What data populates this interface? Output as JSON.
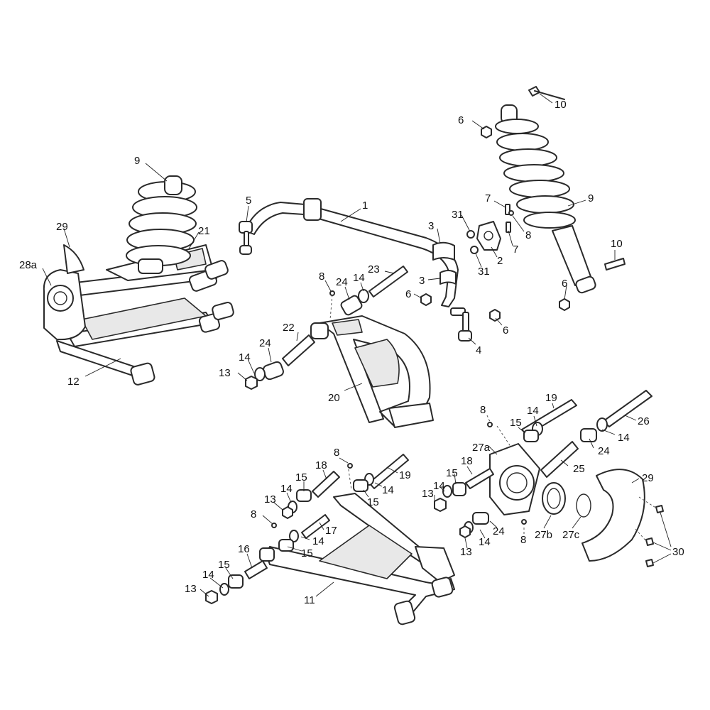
{
  "diagram": {
    "callouts": [
      {
        "id": "c10a",
        "label": "10"
      },
      {
        "id": "c6a",
        "label": "6"
      },
      {
        "id": "c9a",
        "label": "9"
      },
      {
        "id": "c5",
        "label": "5"
      },
      {
        "id": "c1",
        "label": "1"
      },
      {
        "id": "c7a",
        "label": "7"
      },
      {
        "id": "c9b",
        "label": "9"
      },
      {
        "id": "c29a",
        "label": "29"
      },
      {
        "id": "c21",
        "label": "21"
      },
      {
        "id": "c3a",
        "label": "3"
      },
      {
        "id": "c31a",
        "label": "31"
      },
      {
        "id": "c8a",
        "label": "8"
      },
      {
        "id": "c7b",
        "label": "7"
      },
      {
        "id": "c28a",
        "label": "28a"
      },
      {
        "id": "c2",
        "label": "2"
      },
      {
        "id": "c31b",
        "label": "31"
      },
      {
        "id": "c10b",
        "label": "10"
      },
      {
        "id": "c23",
        "label": "23"
      },
      {
        "id": "c8b",
        "label": "8"
      },
      {
        "id": "c24a",
        "label": "24"
      },
      {
        "id": "c14a",
        "label": "14"
      },
      {
        "id": "c3b",
        "label": "3"
      },
      {
        "id": "c6b",
        "label": "6"
      },
      {
        "id": "c6c",
        "label": "6"
      },
      {
        "id": "c6d",
        "label": "6"
      },
      {
        "id": "c22",
        "label": "22"
      },
      {
        "id": "c4",
        "label": "4"
      },
      {
        "id": "c24b",
        "label": "24"
      },
      {
        "id": "c14b",
        "label": "14"
      },
      {
        "id": "c12",
        "label": "12"
      },
      {
        "id": "c13a",
        "label": "13"
      },
      {
        "id": "c20",
        "label": "20"
      },
      {
        "id": "c19a",
        "label": "19"
      },
      {
        "id": "c8c",
        "label": "8"
      },
      {
        "id": "c14c",
        "label": "14"
      },
      {
        "id": "c26",
        "label": "26"
      },
      {
        "id": "c15a",
        "label": "15"
      },
      {
        "id": "c14d",
        "label": "14"
      },
      {
        "id": "c27a",
        "label": "27a"
      },
      {
        "id": "c24c",
        "label": "24"
      },
      {
        "id": "c8d",
        "label": "8"
      },
      {
        "id": "c18a",
        "label": "18"
      },
      {
        "id": "c25",
        "label": "25"
      },
      {
        "id": "c29b",
        "label": "29"
      },
      {
        "id": "c19b",
        "label": "19"
      },
      {
        "id": "c18b",
        "label": "18"
      },
      {
        "id": "c15b",
        "label": "15"
      },
      {
        "id": "c14e",
        "label": "14"
      },
      {
        "id": "c15c",
        "label": "15"
      },
      {
        "id": "c14f",
        "label": "14"
      },
      {
        "id": "c14g",
        "label": "14"
      },
      {
        "id": "c13b",
        "label": "13"
      },
      {
        "id": "c13c",
        "label": "13"
      },
      {
        "id": "c15d",
        "label": "15"
      },
      {
        "id": "c8e",
        "label": "8"
      },
      {
        "id": "c17",
        "label": "17"
      },
      {
        "id": "c24d",
        "label": "24"
      },
      {
        "id": "c14h",
        "label": "14"
      },
      {
        "id": "c27b",
        "label": "27b"
      },
      {
        "id": "c27c",
        "label": "27c"
      },
      {
        "id": "c8f",
        "label": "8"
      },
      {
        "id": "c30",
        "label": "30"
      },
      {
        "id": "c15e",
        "label": "15"
      },
      {
        "id": "c16",
        "label": "16"
      },
      {
        "id": "c13d",
        "label": "13"
      },
      {
        "id": "c14i",
        "label": "14"
      },
      {
        "id": "c15f",
        "label": "15"
      },
      {
        "id": "c13e",
        "label": "13"
      },
      {
        "id": "c14j",
        "label": "14"
      },
      {
        "id": "c11",
        "label": "11"
      }
    ]
  }
}
